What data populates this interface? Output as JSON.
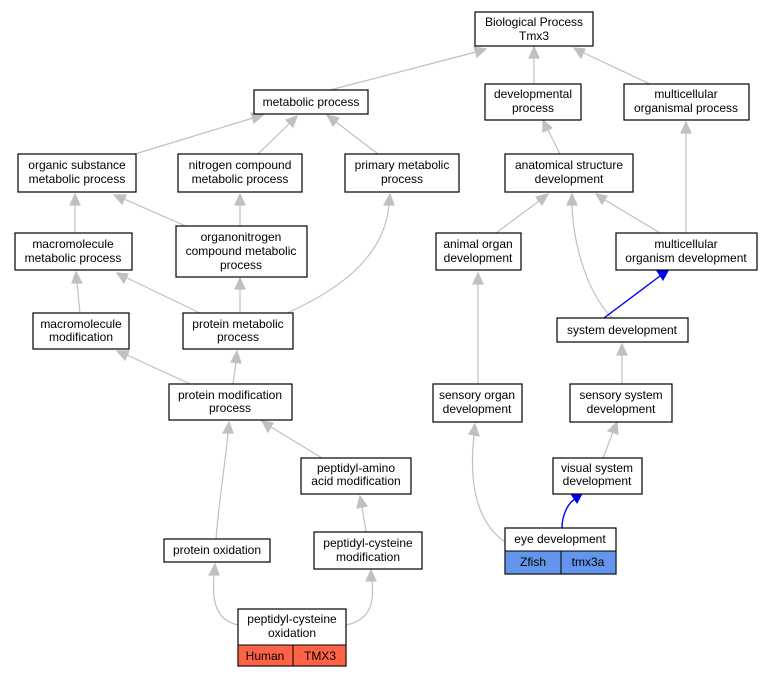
{
  "root": {
    "line1": "Biological Process",
    "line2": "Tmx3"
  },
  "nodes": {
    "metabolic_process": {
      "line1": "metabolic process"
    },
    "developmental_process": {
      "line1": "developmental",
      "line2": "process"
    },
    "multicellular_organismal_process": {
      "line1": "multicellular",
      "line2": "organismal process"
    },
    "organic_substance_metabolic_process": {
      "line1": "organic substance",
      "line2": "metabolic process"
    },
    "nitrogen_compound_metabolic_process": {
      "line1": "nitrogen compound",
      "line2": "metabolic process"
    },
    "primary_metabolic_process": {
      "line1": "primary metabolic",
      "line2": "process"
    },
    "anatomical_structure_development": {
      "line1": "anatomical structure",
      "line2": "development"
    },
    "macromolecule_metabolic_process": {
      "line1": "macromolecule",
      "line2": "metabolic process"
    },
    "organonitrogen_compound_metabolic_process": {
      "line1": "organonitrogen",
      "line2": "compound metabolic",
      "line3": "process"
    },
    "animal_organ_development": {
      "line1": "animal organ",
      "line2": "development"
    },
    "multicellular_organism_development": {
      "line1": "multicellular",
      "line2": "organism development"
    },
    "macromolecule_modification": {
      "line1": "macromolecule",
      "line2": "modification"
    },
    "protein_metabolic_process": {
      "line1": "protein metabolic",
      "line2": "process"
    },
    "system_development": {
      "line1": "system development"
    },
    "protein_modification_process": {
      "line1": "protein modification",
      "line2": "process"
    },
    "sensory_organ_development": {
      "line1": "sensory organ",
      "line2": "development"
    },
    "sensory_system_development": {
      "line1": "sensory system",
      "line2": "development"
    },
    "peptidyl_amino_acid_modification": {
      "line1": "peptidyl-amino",
      "line2": "acid modification"
    },
    "visual_system_development": {
      "line1": "visual system",
      "line2": "development"
    },
    "protein_oxidation": {
      "line1": "protein oxidation"
    },
    "peptidyl_cysteine_modification": {
      "line1": "peptidyl-cysteine",
      "line2": "modification"
    },
    "eye_development": {
      "line1": "eye development"
    },
    "peptidyl_cysteine_oxidation": {
      "line1": "peptidyl-cysteine",
      "line2": "oxidation"
    }
  },
  "tags": {
    "eye_development": {
      "species": "Zfish",
      "gene": "tmx3a",
      "color": "#6495ed"
    },
    "peptidyl_cysteine_oxidation": {
      "species": "Human",
      "gene": "TMX3",
      "color": "#ff6347"
    }
  },
  "colors": {
    "edge_gray": "#c0c0c0",
    "edge_blue": "#0000ee",
    "node_border": "#000000",
    "node_fill": "#ffffff"
  }
}
